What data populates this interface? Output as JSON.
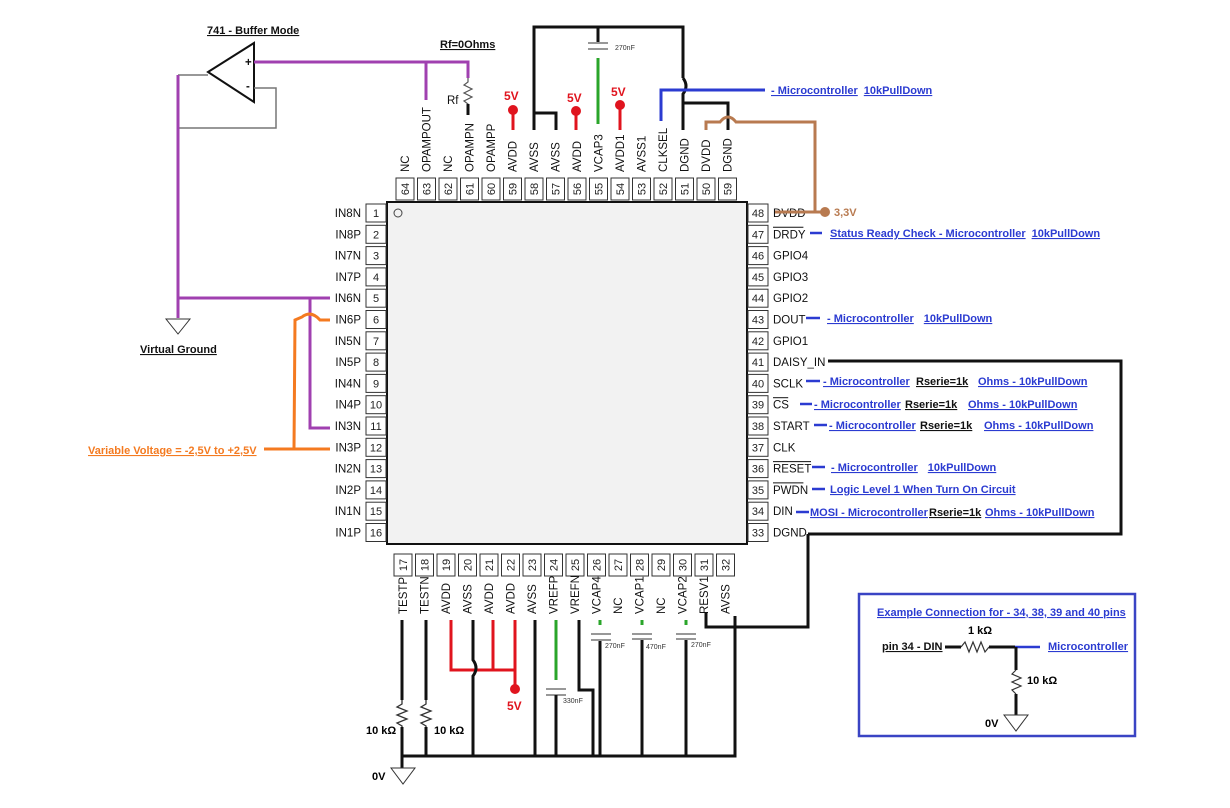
{
  "title": "741 - Buffer Mode",
  "rf_note": "Rf=0Ohms",
  "rf_label": "Rf",
  "virtual_ground": "Virtual Ground",
  "variable_voltage": "Variable Voltage = -2,5V to +2,5V",
  "supply_5v": "5V",
  "supply_3v3": "3,3V",
  "ground_0v": "0V",
  "colors": {
    "power": "#e0141e",
    "ground": "#111111",
    "opamp_net": "#a040b0",
    "analog_input": "#f47a20",
    "digital_io": "#2b3bd1",
    "dvdd": "#b87a50",
    "vcap": "#2aa52a"
  },
  "chip": {
    "left_pins": [
      {
        "num": "1",
        "name": "IN8N"
      },
      {
        "num": "2",
        "name": "IN8P"
      },
      {
        "num": "3",
        "name": "IN7N"
      },
      {
        "num": "4",
        "name": "IN7P"
      },
      {
        "num": "5",
        "name": "IN6N"
      },
      {
        "num": "6",
        "name": "IN6P"
      },
      {
        "num": "7",
        "name": "IN5N"
      },
      {
        "num": "8",
        "name": "IN5P"
      },
      {
        "num": "9",
        "name": "IN4N"
      },
      {
        "num": "10",
        "name": "IN4P"
      },
      {
        "num": "11",
        "name": "IN3N"
      },
      {
        "num": "12",
        "name": "IN3P"
      },
      {
        "num": "13",
        "name": "IN2N"
      },
      {
        "num": "14",
        "name": "IN2P"
      },
      {
        "num": "15",
        "name": "IN1N"
      },
      {
        "num": "16",
        "name": "IN1P"
      }
    ],
    "right_pins": [
      {
        "num": "48",
        "name": "DVDD"
      },
      {
        "num": "47",
        "name": "DRDY",
        "overline": true
      },
      {
        "num": "46",
        "name": "GPIO4"
      },
      {
        "num": "45",
        "name": "GPIO3"
      },
      {
        "num": "44",
        "name": "GPIO2"
      },
      {
        "num": "43",
        "name": "DOUT"
      },
      {
        "num": "42",
        "name": "GPIO1"
      },
      {
        "num": "41",
        "name": "DAISY_IN"
      },
      {
        "num": "40",
        "name": "SCLK"
      },
      {
        "num": "39",
        "name": "CS",
        "overline": true
      },
      {
        "num": "38",
        "name": "START"
      },
      {
        "num": "37",
        "name": "CLK"
      },
      {
        "num": "36",
        "name": "RESET",
        "overline": true
      },
      {
        "num": "35",
        "name": "PWDN",
        "overline": true
      },
      {
        "num": "34",
        "name": "DIN"
      },
      {
        "num": "33",
        "name": "DGND"
      }
    ],
    "top_pins": [
      {
        "num": "64",
        "name": "NC"
      },
      {
        "num": "63",
        "name": "OPAMPOUT"
      },
      {
        "num": "62",
        "name": "NC"
      },
      {
        "num": "61",
        "name": "OPAMPN"
      },
      {
        "num": "60",
        "name": "OPAMPP"
      },
      {
        "num": "59",
        "name": "AVDD"
      },
      {
        "num": "58",
        "name": "AVSS"
      },
      {
        "num": "57",
        "name": "AVSS"
      },
      {
        "num": "56",
        "name": "AVDD"
      },
      {
        "num": "55",
        "name": "VCAP3"
      },
      {
        "num": "54",
        "name": "AVDD1"
      },
      {
        "num": "53",
        "name": "AVSS1"
      },
      {
        "num": "52",
        "name": "CLKSEL"
      },
      {
        "num": "51",
        "name": "DGND"
      },
      {
        "num": "50",
        "name": "DVDD"
      },
      {
        "num": "59",
        "name": "DGND"
      }
    ],
    "bottom_pins": [
      {
        "num": "17",
        "name": "TESTP"
      },
      {
        "num": "18",
        "name": "TESTN"
      },
      {
        "num": "19",
        "name": "AVDD"
      },
      {
        "num": "20",
        "name": "AVSS"
      },
      {
        "num": "21",
        "name": "AVDD"
      },
      {
        "num": "22",
        "name": "AVDD"
      },
      {
        "num": "23",
        "name": "AVSS"
      },
      {
        "num": "24",
        "name": "VREFP"
      },
      {
        "num": "25",
        "name": "VREFN"
      },
      {
        "num": "26",
        "name": "VCAP4"
      },
      {
        "num": "27",
        "name": "NC"
      },
      {
        "num": "28",
        "name": "VCAP1"
      },
      {
        "num": "29",
        "name": "NC"
      },
      {
        "num": "30",
        "name": "VCAP2"
      },
      {
        "num": "31",
        "name": "RESV1"
      },
      {
        "num": "32",
        "name": "AVSS"
      }
    ]
  },
  "connections": {
    "clksel": [
      "- Microcontroller",
      "10kPullDown"
    ],
    "drdy": [
      "Status Ready Check - Microcontroller",
      "10kPullDown"
    ],
    "dout": [
      "- Microcontroller",
      "10kPullDown"
    ],
    "sclk": [
      "- Microcontroller",
      "Rserie=1k",
      "Ohms - 10kPullDown"
    ],
    "cs": [
      "- Microcontroller",
      "Rserie=1k",
      "Ohms - 10kPullDown"
    ],
    "start": [
      "- Microcontroller",
      "Rserie=1k",
      "Ohms - 10kPullDown"
    ],
    "reset": [
      "- Microcontroller",
      "10kPullDown"
    ],
    "pwdn": [
      "Logic Level 1 When Turn On Circuit"
    ],
    "din": [
      "MOSI - Microcontroller",
      "Rserie=1k",
      "Ohms - 10kPullDown"
    ]
  },
  "capacitors": {
    "vcap3": "270nF",
    "vcap4": "270nF",
    "vcap1": "470nF",
    "vcap2": "270nF",
    "vrefp": "330nF"
  },
  "resistors": {
    "testp": "10 kΩ",
    "testn": "10 kΩ"
  },
  "example": {
    "title": "Example Connection for - 34, 38, 39 and 40 pins",
    "pin": "pin 34 - DIN",
    "series_r": "1 kΩ",
    "pull_r": "10 kΩ",
    "target": "Microcontroller",
    "ground": "0V"
  }
}
